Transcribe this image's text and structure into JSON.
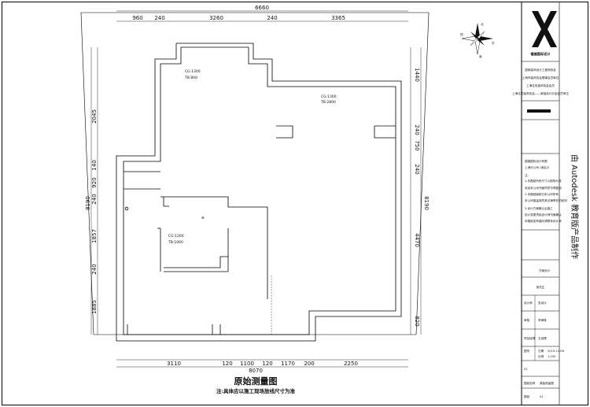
{
  "drawing": {
    "title": "原始测量图",
    "note": "注:具体应以施工现场放线尺寸为准"
  },
  "dimensions": {
    "top_total": "6660",
    "top_segments": [
      "960",
      "240",
      "3260",
      "240",
      "3365"
    ],
    "bottom_total": "8070",
    "bottom_segments": [
      "3110",
      "120",
      "1100",
      "120",
      "1170",
      "200",
      "2250"
    ],
    "left_total": "8190",
    "left_segments": [
      "2045",
      "140",
      "920",
      "240",
      "1857",
      "240",
      "1885"
    ],
    "right_total": "8190",
    "right_segments": [
      "1440",
      "240",
      "750",
      "240",
      "4470",
      "820"
    ]
  },
  "rooms": [
    {
      "cg": "CG:1300",
      "tb": "TB:800"
    },
    {
      "cg": "CG:1300",
      "tb": "TB:2800"
    },
    {
      "cg": "CG:1260",
      "tb": "TB:1060"
    }
  ],
  "compass": {
    "n": "北",
    "s": "南",
    "e": "东",
    "w": "西"
  },
  "title_block": {
    "company": "禧煌国际设计",
    "project_lines": [
      "国家装饰设计工程师协会",
      "上海市装饰协会理事会员单位",
      "上海住宅装饰协会会员",
      "上海住宅装饰协会——家装设计分会会员单位"
    ],
    "company2": "禧煌国际设计有限",
    "company3": "上海分公司 (地址2)",
    "notes": [
      "注:",
      "1.本图纸所有尺寸以现场为准",
      "未经本公司书面同意不得复制",
      "2.本图纸版权归本公司所有",
      "本公司保留追究其法律责任的权利",
      "3.设计方案确认后施工",
      "设计变更须经设计师书面确认",
      "本图纸如有疑问请联系设计师"
    ],
    "row1": "方案设计",
    "row2": "吴先生",
    "labels": [
      "设计师",
      "审核",
      "项目经理",
      "图号"
    ],
    "values": [
      "张设计",
      "李审核",
      "王经理",
      "01"
    ],
    "date_label": "日期",
    "date_value": "2019-11-08",
    "scale_label": "比例",
    "scale_value": "1:100",
    "bottom_labels": [
      "图纸名称",
      "原始测量图"
    ],
    "bottom_values": [
      "图纸",
      "01"
    ],
    "watermark": "由 Autodesk 教育版产品制作"
  }
}
